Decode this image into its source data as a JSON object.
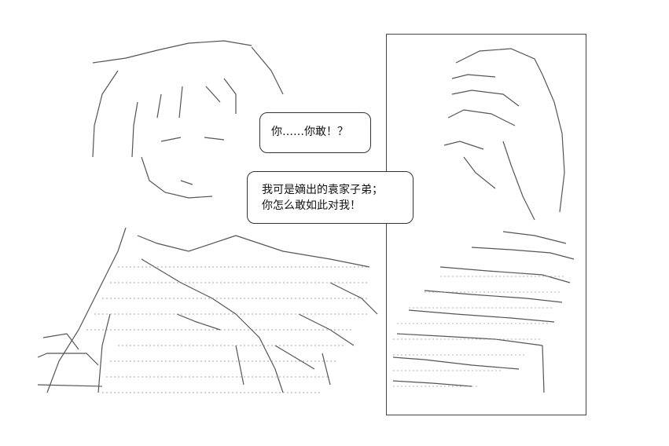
{
  "scene": {
    "panel_right": "fist",
    "panel_left": "angry-character"
  },
  "bubbles": {
    "first": {
      "text": "你……你敢！？"
    },
    "second": {
      "line1": "我可是嫡出的袁家子弟；",
      "line2": "你怎么敢如此对我！"
    }
  },
  "colors": {
    "ink": "#333333",
    "background": "#ffffff"
  }
}
